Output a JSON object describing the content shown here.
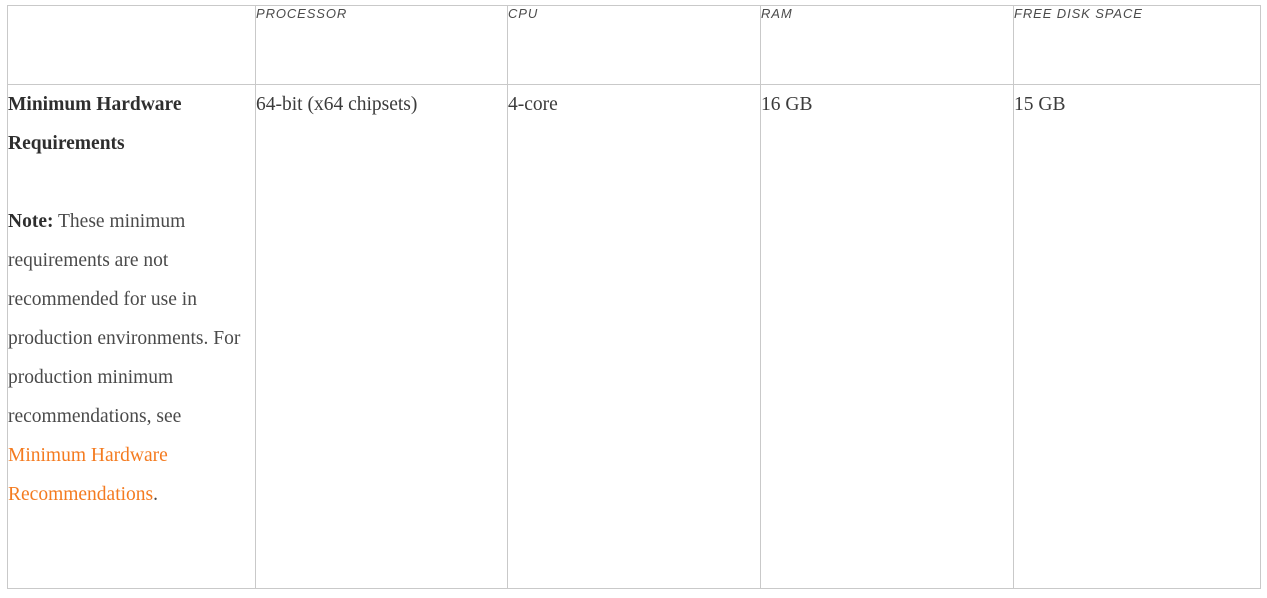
{
  "table": {
    "headers": [
      {
        "key": "corner",
        "label": ""
      },
      {
        "key": "processor",
        "label": "PROCESSOR"
      },
      {
        "key": "cpu",
        "label": "CPU"
      },
      {
        "key": "ram",
        "label": "RAM"
      },
      {
        "key": "free_disk_space",
        "label": "FREE DISK SPACE"
      }
    ],
    "rows": [
      {
        "row_label_title": "Minimum Hardware Requirements",
        "note_label": "Note:",
        "note_text": " These minimum requirements are not recommended for use in production environments. For production minimum recommendations, see ",
        "note_link_text": "Minimum Hardware Recommendations",
        "note_trailing": ".",
        "processor": "64-bit (x64 chipsets)",
        "cpu": "4-core",
        "ram": "16 GB",
        "free_disk_space": "15 GB"
      }
    ]
  },
  "colors": {
    "link": "#f47b20",
    "border": "#c9c9c9",
    "header_text": "#4b4b4b",
    "body_text": "#4a4a4a",
    "title_text": "#2e2e2e",
    "background": "#ffffff"
  }
}
